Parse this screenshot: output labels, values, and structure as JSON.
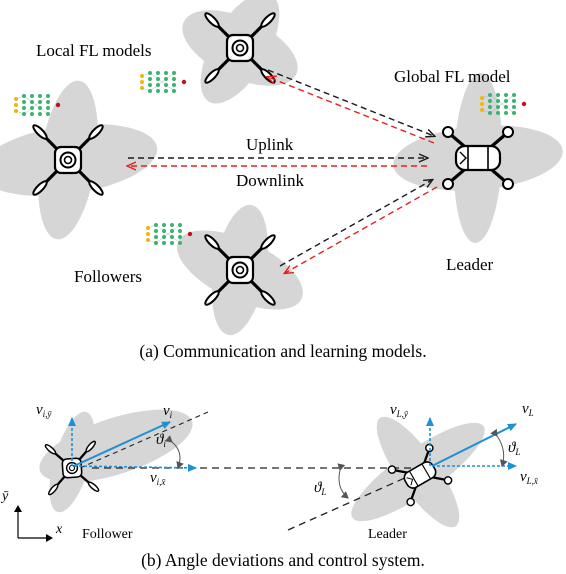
{
  "panel_a": {
    "labels": {
      "local_models": "Local FL models",
      "global_model": "Global FL model",
      "uplink": "Uplink",
      "downlink": "Downlink",
      "followers": "Followers",
      "leader": "Leader"
    },
    "caption": "(a) Communication and learning models."
  },
  "panel_b": {
    "follower_vectors": {
      "v_i": "v",
      "v_i_sub": "i",
      "v_i_y": "v",
      "v_i_y_sub": "i,ȳ",
      "v_i_x": "v",
      "v_i_x_sub": "i,x̄",
      "theta_i": "ϑ",
      "theta_i_sub": "i"
    },
    "leader_vectors": {
      "v_L": "v",
      "v_L_sub": "L",
      "v_L_y": "v",
      "v_L_y_sub": "L,ȳ",
      "v_L_x": "v",
      "v_L_x_sub": "L,x̄",
      "theta_L": "ϑ",
      "theta_L_sub": "L",
      "theta_L2": "ϑ",
      "theta_L2_sub": "L"
    },
    "axes": {
      "y": "ȳ",
      "x": "x"
    },
    "follower_label": "Follower",
    "leader_label": "Leader",
    "caption": "(b) Angle deviations and control system."
  },
  "colors": {
    "uplink": "#1a1a1a",
    "downlink": "#e8201c",
    "vector": "#1e90d6",
    "coverage": "#d6d6d6",
    "nn_input": "#f2b705",
    "nn_hidden": "#3cb371",
    "nn_output": "#c0111a"
  }
}
